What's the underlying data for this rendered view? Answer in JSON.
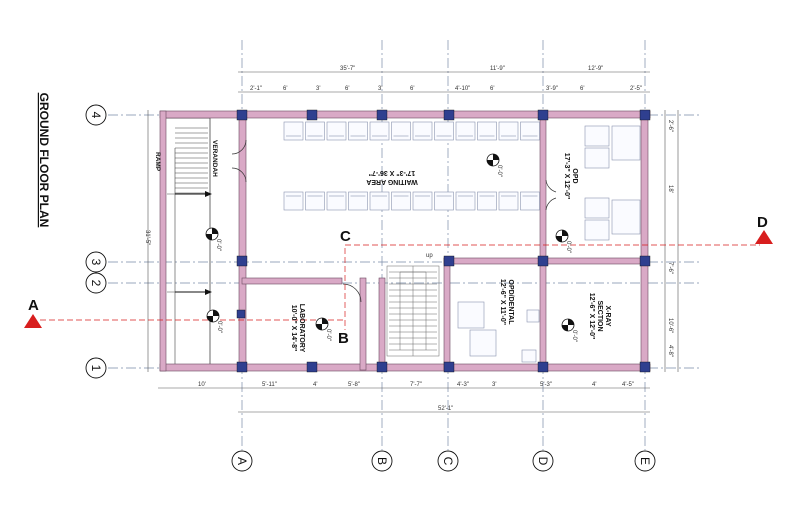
{
  "title": "GROUND FLOOR PLAN",
  "grid_columns": [
    "A",
    "B",
    "C",
    "D",
    "E"
  ],
  "grid_rows": [
    "4",
    "3",
    "2",
    "1"
  ],
  "section_markers": [
    "A",
    "D"
  ],
  "callouts": [
    "C",
    "B"
  ],
  "rooms": {
    "verandah": "VERANDAH",
    "ramp": "RAMP",
    "waiting_name": "WAITING AREA",
    "waiting_size": "17'-3\" X 36'-7\"",
    "opd_name": "OPD",
    "opd_size": "17'-3\" X 12'-0\"",
    "lab_name": "LABORATORY",
    "lab_size": "10'-0\" X 14'-8\"",
    "dental_name": "OPD/DENTAL",
    "dental_size": "12'-6\" X 11'-0\"",
    "xray_name": "X-RAY",
    "xray_name2": "SECTION",
    "xray_size": "12'-6\" X 12'-0\"",
    "up_label": "up"
  },
  "dimensions": {
    "top_overall": [
      "35'-7\"",
      "11'-9\"",
      "12'-9\""
    ],
    "top_segments": [
      "2'-1\"",
      "6'",
      "3'",
      "6'",
      "3'",
      "6'",
      "4'-10\"",
      "6'",
      "3'-9\"",
      "6'",
      "2'-5\""
    ],
    "bottom_segments": [
      "5'-11\"",
      "4'",
      "5'-8\"",
      "7'-7\"",
      "4'-3\"",
      "3'",
      "5'-3\"",
      "4'",
      "4'-5\""
    ],
    "bottom_left": "10'",
    "bottom_overall": "52'-1\"",
    "left_overall": "31'-5\"",
    "right_segments": [
      "2'-6\"",
      "18'",
      "7'-6\"",
      "10'-6\"",
      "4'-8\""
    ],
    "level_marks": [
      "0'-0\"",
      "0'-0\"",
      "0'-0\"",
      "0'-0\"",
      "0'-0\"",
      "0'-0\""
    ]
  },
  "colors": {
    "wall": "#d9a9c6",
    "wall_outline": "#6a4a60",
    "column": "#2f3f8f",
    "grid_line": "#7a8aa8",
    "section_line": "#d81e1e"
  }
}
